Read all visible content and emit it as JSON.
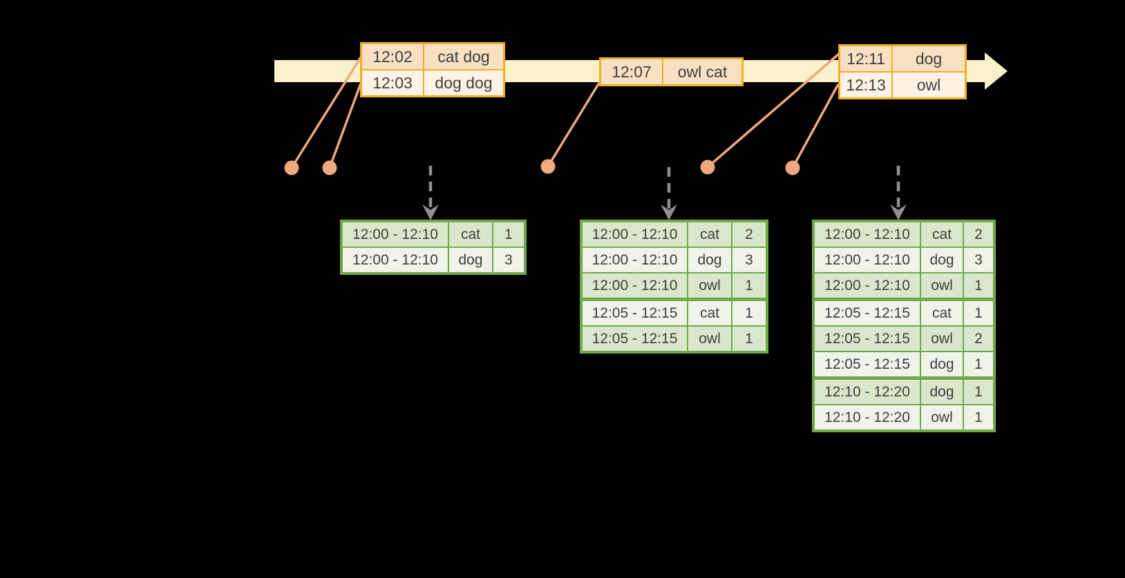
{
  "colors": {
    "background": "#000000",
    "timeline_band": "#fbf0cc",
    "event_table_border": "#f0ad26",
    "event_row_dark": "#fae0c3",
    "event_row_light": "#fdf2e3",
    "leader_line_and_dots": "#f0a97e",
    "dashed_arrow_gray": "#8f8f8f",
    "result_table_border": "#70aa47",
    "result_row_dark": "#dbe7cd",
    "result_row_light": "#eff3ea",
    "text": "#3e3e3e"
  },
  "event_tables": [
    {
      "name": "events-12-02",
      "rows": [
        [
          "12:02",
          "cat dog"
        ],
        [
          "12:03",
          "dog dog"
        ]
      ]
    },
    {
      "name": "events-12-07",
      "rows": [
        [
          "12:07",
          "owl cat"
        ]
      ]
    },
    {
      "name": "events-12-11",
      "rows": [
        [
          "12:11",
          "dog"
        ],
        [
          "12:13",
          "owl"
        ]
      ]
    }
  ],
  "result_tables": [
    {
      "name": "result-after-trigger-1",
      "rows": [
        [
          "12:00 - 12:10",
          "cat",
          "1"
        ],
        [
          "12:00 - 12:10",
          "dog",
          "3"
        ]
      ]
    },
    {
      "name": "result-after-trigger-2",
      "rows": [
        [
          "12:00 - 12:10",
          "cat",
          "2"
        ],
        [
          "12:00 - 12:10",
          "dog",
          "3"
        ],
        [
          "12:00 - 12:10",
          "owl",
          "1"
        ],
        [
          "12:05 - 12:15",
          "cat",
          "1"
        ],
        [
          "12:05 - 12:15",
          "owl",
          "1"
        ]
      ]
    },
    {
      "name": "result-after-trigger-3",
      "rows": [
        [
          "12:00 - 12:10",
          "cat",
          "2"
        ],
        [
          "12:00 - 12:10",
          "dog",
          "3"
        ],
        [
          "12:00 - 12:10",
          "owl",
          "1"
        ],
        [
          "12:05 - 12:15",
          "cat",
          "1"
        ],
        [
          "12:05 - 12:15",
          "owl",
          "2"
        ],
        [
          "12:05 - 12:15",
          "dog",
          "1"
        ],
        [
          "12:10 - 12:20",
          "dog",
          "1"
        ],
        [
          "12:10 - 12:20",
          "owl",
          "1"
        ]
      ]
    }
  ]
}
